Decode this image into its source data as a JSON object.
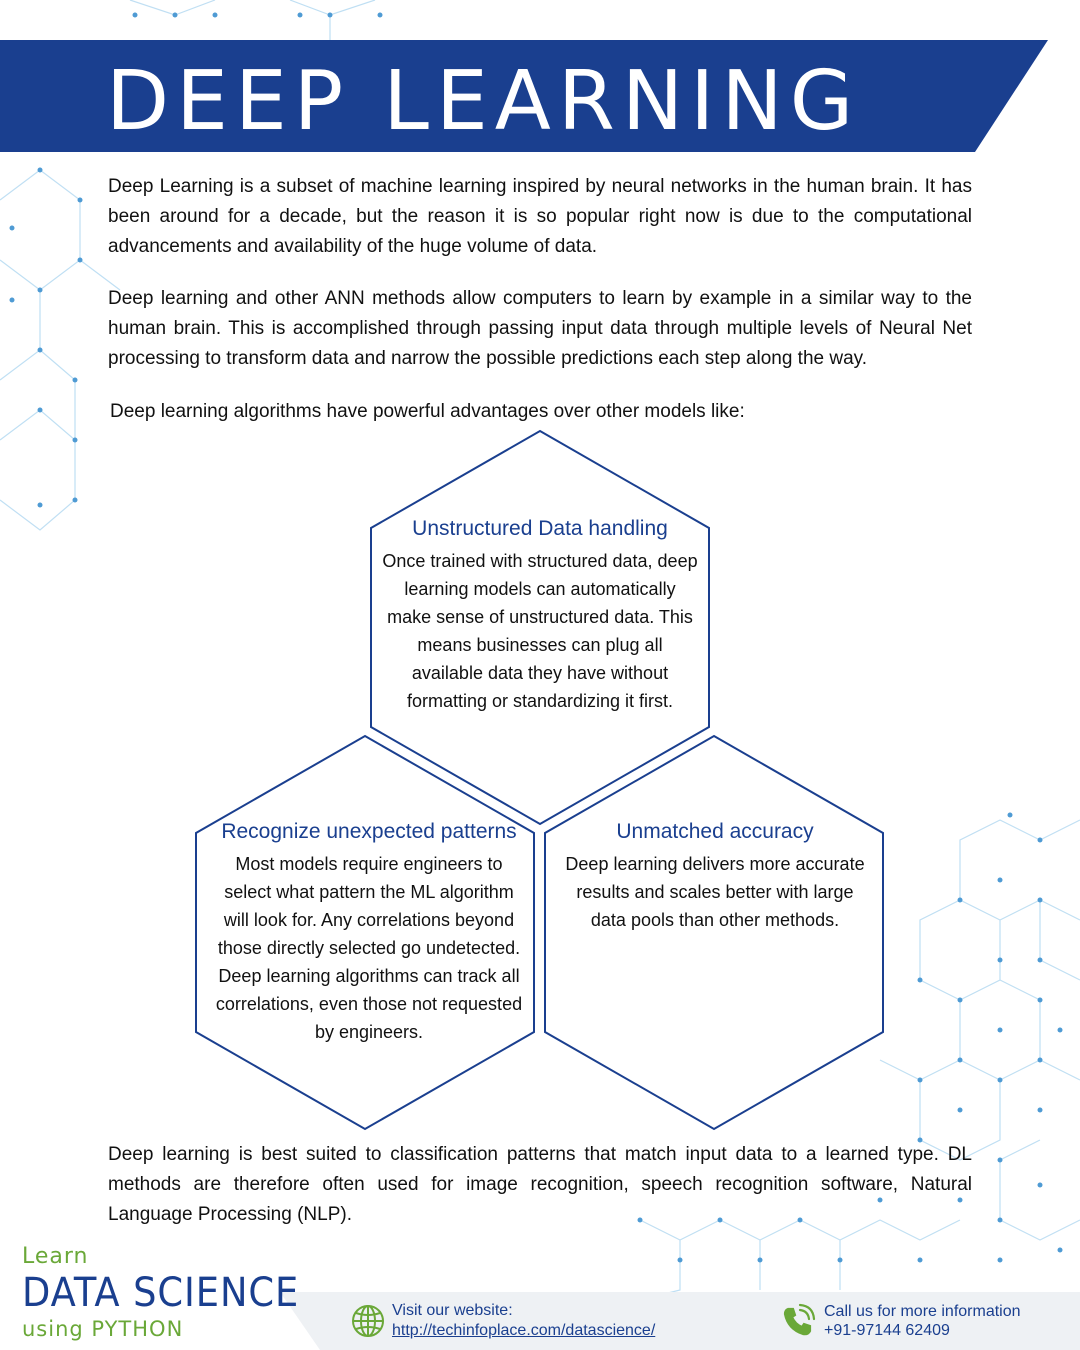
{
  "header": {
    "title": "DEEP LEARNING"
  },
  "intro": {
    "p1": "Deep Learning is a subset of machine learning inspired by neural networks in the human brain. It has been around for a decade, but the reason it is so popular right now is due to the computational advancements and availability of the huge volume of data.",
    "p2": "Deep learning and other ANN methods allow computers to learn by example in a similar way to the human brain. This is accomplished through passing input data through multiple levels of Neural Net processing to transform data and narrow the possible predictions each step along the way.",
    "lead": "Deep learning algorithms have powerful advantages over other models like:"
  },
  "advantages": [
    {
      "title": "Unstructured Data handling",
      "body": "Once trained with structured data, deep learning models can automatically make sense of unstructured data. This means businesses can plug all available data they have without formatting or standardizing it first."
    },
    {
      "title": "Recognize unexpected patterns",
      "body": "Most models require engineers to select what pattern the ML algorithm will look for. Any correlations beyond those directly selected go undetected. Deep learning algorithms can track all correlations, even those not requested by engineers."
    },
    {
      "title": "Unmatched accuracy",
      "body": "Deep learning delivers more accurate results and scales better with large data pools than other methods."
    }
  ],
  "closing": "Deep learning is best suited to classification patterns that match input data to a learned type. DL methods are therefore often used for image recognition, speech recognition software, Natural Language Processing (NLP).",
  "footer": {
    "brand": {
      "learn": "Learn",
      "main": "DATA SCIENCE",
      "sub": "using PYTHON"
    },
    "website": {
      "label": "Visit our website:",
      "url": "http://techinfoplace.com/datascience/",
      "icon": "globe-icon"
    },
    "contact": {
      "label": "Call us for more information",
      "phone": "+91-97144 62409",
      "icon": "phone-icon"
    }
  },
  "colors": {
    "primary": "#1a3f8f",
    "accent": "#6aa838",
    "network": "#8fc7ea"
  }
}
